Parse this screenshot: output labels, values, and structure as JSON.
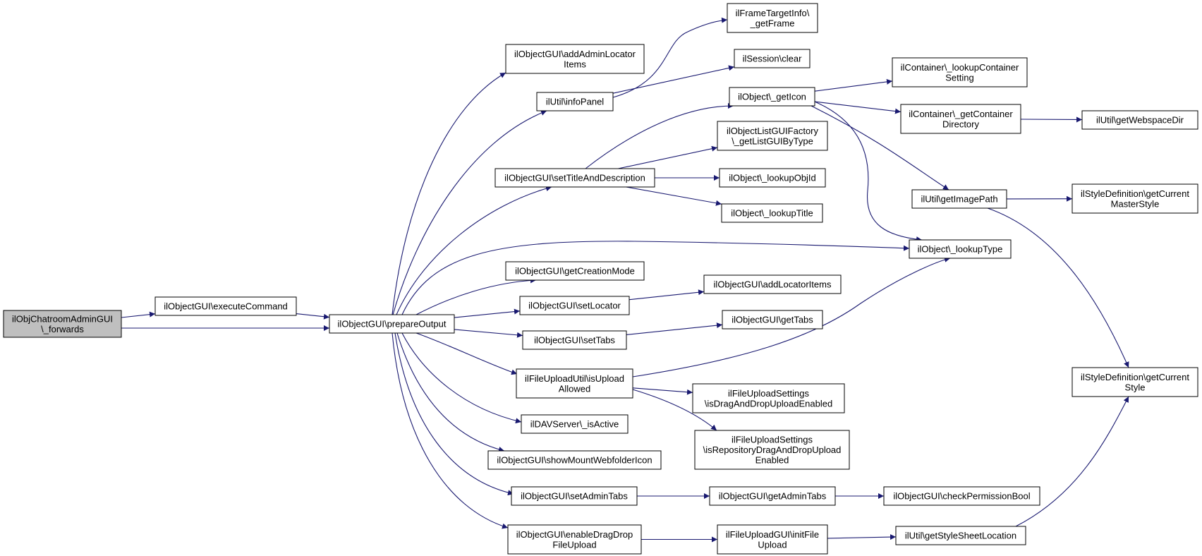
{
  "graph": {
    "nodes": [
      {
        "id": "root",
        "lines": [
          "ilObjChatroomAdminGUI",
          "\\_forwards"
        ],
        "highlight": true
      },
      {
        "id": "executeCommand",
        "lines": [
          "ilObjectGUI\\executeCommand"
        ]
      },
      {
        "id": "prepareOutput",
        "lines": [
          "ilObjectGUI\\prepareOutput"
        ]
      },
      {
        "id": "addAdminLocatorItems",
        "lines": [
          "ilObjectGUI\\addAdminLocator",
          "Items"
        ]
      },
      {
        "id": "infoPanel",
        "lines": [
          "ilUtil\\infoPanel"
        ]
      },
      {
        "id": "getFrame",
        "lines": [
          "ilFrameTargetInfo\\",
          "_getFrame"
        ]
      },
      {
        "id": "sessionClear",
        "lines": [
          "ilSession\\clear"
        ]
      },
      {
        "id": "setTitleAndDescription",
        "lines": [
          "ilObjectGUI\\setTitleAndDescription"
        ]
      },
      {
        "id": "getIcon",
        "lines": [
          "ilObject\\_getIcon"
        ]
      },
      {
        "id": "getListGUIByType",
        "lines": [
          "ilObjectListGUIFactory",
          "\\_getListGUIByType"
        ]
      },
      {
        "id": "lookupObjId",
        "lines": [
          "ilObject\\_lookupObjId"
        ]
      },
      {
        "id": "lookupTitle",
        "lines": [
          "ilObject\\_lookupTitle"
        ]
      },
      {
        "id": "lookupContainerSetting",
        "lines": [
          "ilContainer\\_lookupContainer",
          "Setting"
        ]
      },
      {
        "id": "getContainerDirectory",
        "lines": [
          "ilContainer\\_getContainer",
          "Directory"
        ]
      },
      {
        "id": "getWebspaceDir",
        "lines": [
          "ilUtil\\getWebspaceDir"
        ]
      },
      {
        "id": "getImagePath",
        "lines": [
          "ilUtil\\getImagePath"
        ]
      },
      {
        "id": "getCurrentMasterStyle",
        "lines": [
          "ilStyleDefinition\\getCurrent",
          "MasterStyle"
        ]
      },
      {
        "id": "lookupType",
        "lines": [
          "ilObject\\_lookupType"
        ]
      },
      {
        "id": "getCreationMode",
        "lines": [
          "ilObjectGUI\\getCreationMode"
        ]
      },
      {
        "id": "setLocator",
        "lines": [
          "ilObjectGUI\\setLocator"
        ]
      },
      {
        "id": "addLocatorItems",
        "lines": [
          "ilObjectGUI\\addLocatorItems"
        ]
      },
      {
        "id": "setTabs",
        "lines": [
          "ilObjectGUI\\setTabs"
        ]
      },
      {
        "id": "getTabs",
        "lines": [
          "ilObjectGUI\\getTabs"
        ]
      },
      {
        "id": "isUploadAllowed",
        "lines": [
          "ilFileUploadUtil\\isUpload",
          "Allowed"
        ]
      },
      {
        "id": "isDragAndDropUploadEnabled",
        "lines": [
          "ilFileUploadSettings",
          "\\isDragAndDropUploadEnabled"
        ]
      },
      {
        "id": "isRepositoryDragAndDropUploadEnabled",
        "lines": [
          "ilFileUploadSettings",
          "\\isRepositoryDragAndDropUpload",
          "Enabled"
        ]
      },
      {
        "id": "davIsActive",
        "lines": [
          "ilDAVServer\\_isActive"
        ]
      },
      {
        "id": "showMountWebfolderIcon",
        "lines": [
          "ilObjectGUI\\showMountWebfolderIcon"
        ]
      },
      {
        "id": "setAdminTabs",
        "lines": [
          "ilObjectGUI\\setAdminTabs"
        ]
      },
      {
        "id": "getAdminTabs",
        "lines": [
          "ilObjectGUI\\getAdminTabs"
        ]
      },
      {
        "id": "checkPermissionBool",
        "lines": [
          "ilObjectGUI\\checkPermissionBool"
        ]
      },
      {
        "id": "enableDragDropFileUpload",
        "lines": [
          "ilObjectGUI\\enableDragDrop",
          "FileUpload"
        ]
      },
      {
        "id": "initFileUpload",
        "lines": [
          "ilFileUploadGUI\\initFile",
          "Upload"
        ]
      },
      {
        "id": "getStyleSheetLocation",
        "lines": [
          "ilUtil\\getStyleSheetLocation"
        ]
      },
      {
        "id": "getCurrentStyle",
        "lines": [
          "ilStyleDefinition\\getCurrent",
          "Style"
        ]
      }
    ],
    "edges": [
      [
        "root",
        "executeCommand"
      ],
      [
        "root",
        "prepareOutput"
      ],
      [
        "executeCommand",
        "prepareOutput"
      ],
      [
        "prepareOutput",
        "addAdminLocatorItems"
      ],
      [
        "prepareOutput",
        "infoPanel"
      ],
      [
        "prepareOutput",
        "setTitleAndDescription"
      ],
      [
        "prepareOutput",
        "lookupType"
      ],
      [
        "prepareOutput",
        "getCreationMode"
      ],
      [
        "prepareOutput",
        "setLocator"
      ],
      [
        "prepareOutput",
        "setTabs"
      ],
      [
        "prepareOutput",
        "isUploadAllowed"
      ],
      [
        "prepareOutput",
        "davIsActive"
      ],
      [
        "prepareOutput",
        "showMountWebfolderIcon"
      ],
      [
        "prepareOutput",
        "setAdminTabs"
      ],
      [
        "prepareOutput",
        "enableDragDropFileUpload"
      ],
      [
        "infoPanel",
        "getFrame"
      ],
      [
        "infoPanel",
        "sessionClear"
      ],
      [
        "setTitleAndDescription",
        "getIcon"
      ],
      [
        "setTitleAndDescription",
        "getListGUIByType"
      ],
      [
        "setTitleAndDescription",
        "lookupObjId"
      ],
      [
        "setTitleAndDescription",
        "lookupTitle"
      ],
      [
        "getIcon",
        "lookupContainerSetting"
      ],
      [
        "getIcon",
        "getContainerDirectory"
      ],
      [
        "getIcon",
        "getImagePath"
      ],
      [
        "getIcon",
        "lookupType"
      ],
      [
        "getContainerDirectory",
        "getWebspaceDir"
      ],
      [
        "getImagePath",
        "getCurrentMasterStyle"
      ],
      [
        "getImagePath",
        "getCurrentStyle"
      ],
      [
        "setLocator",
        "addLocatorItems"
      ],
      [
        "setTabs",
        "getTabs"
      ],
      [
        "isUploadAllowed",
        "lookupType"
      ],
      [
        "isUploadAllowed",
        "isDragAndDropUploadEnabled"
      ],
      [
        "isUploadAllowed",
        "isRepositoryDragAndDropUploadEnabled"
      ],
      [
        "setAdminTabs",
        "getAdminTabs"
      ],
      [
        "getAdminTabs",
        "checkPermissionBool"
      ],
      [
        "enableDragDropFileUpload",
        "initFileUpload"
      ],
      [
        "initFileUpload",
        "getStyleSheetLocation"
      ],
      [
        "getStyleSheetLocation",
        "getCurrentStyle"
      ]
    ]
  },
  "colors": {
    "edge": "#191970",
    "node_border": "#000000",
    "node_fill": "#ffffff",
    "highlight_fill": "#bfbfbf"
  }
}
